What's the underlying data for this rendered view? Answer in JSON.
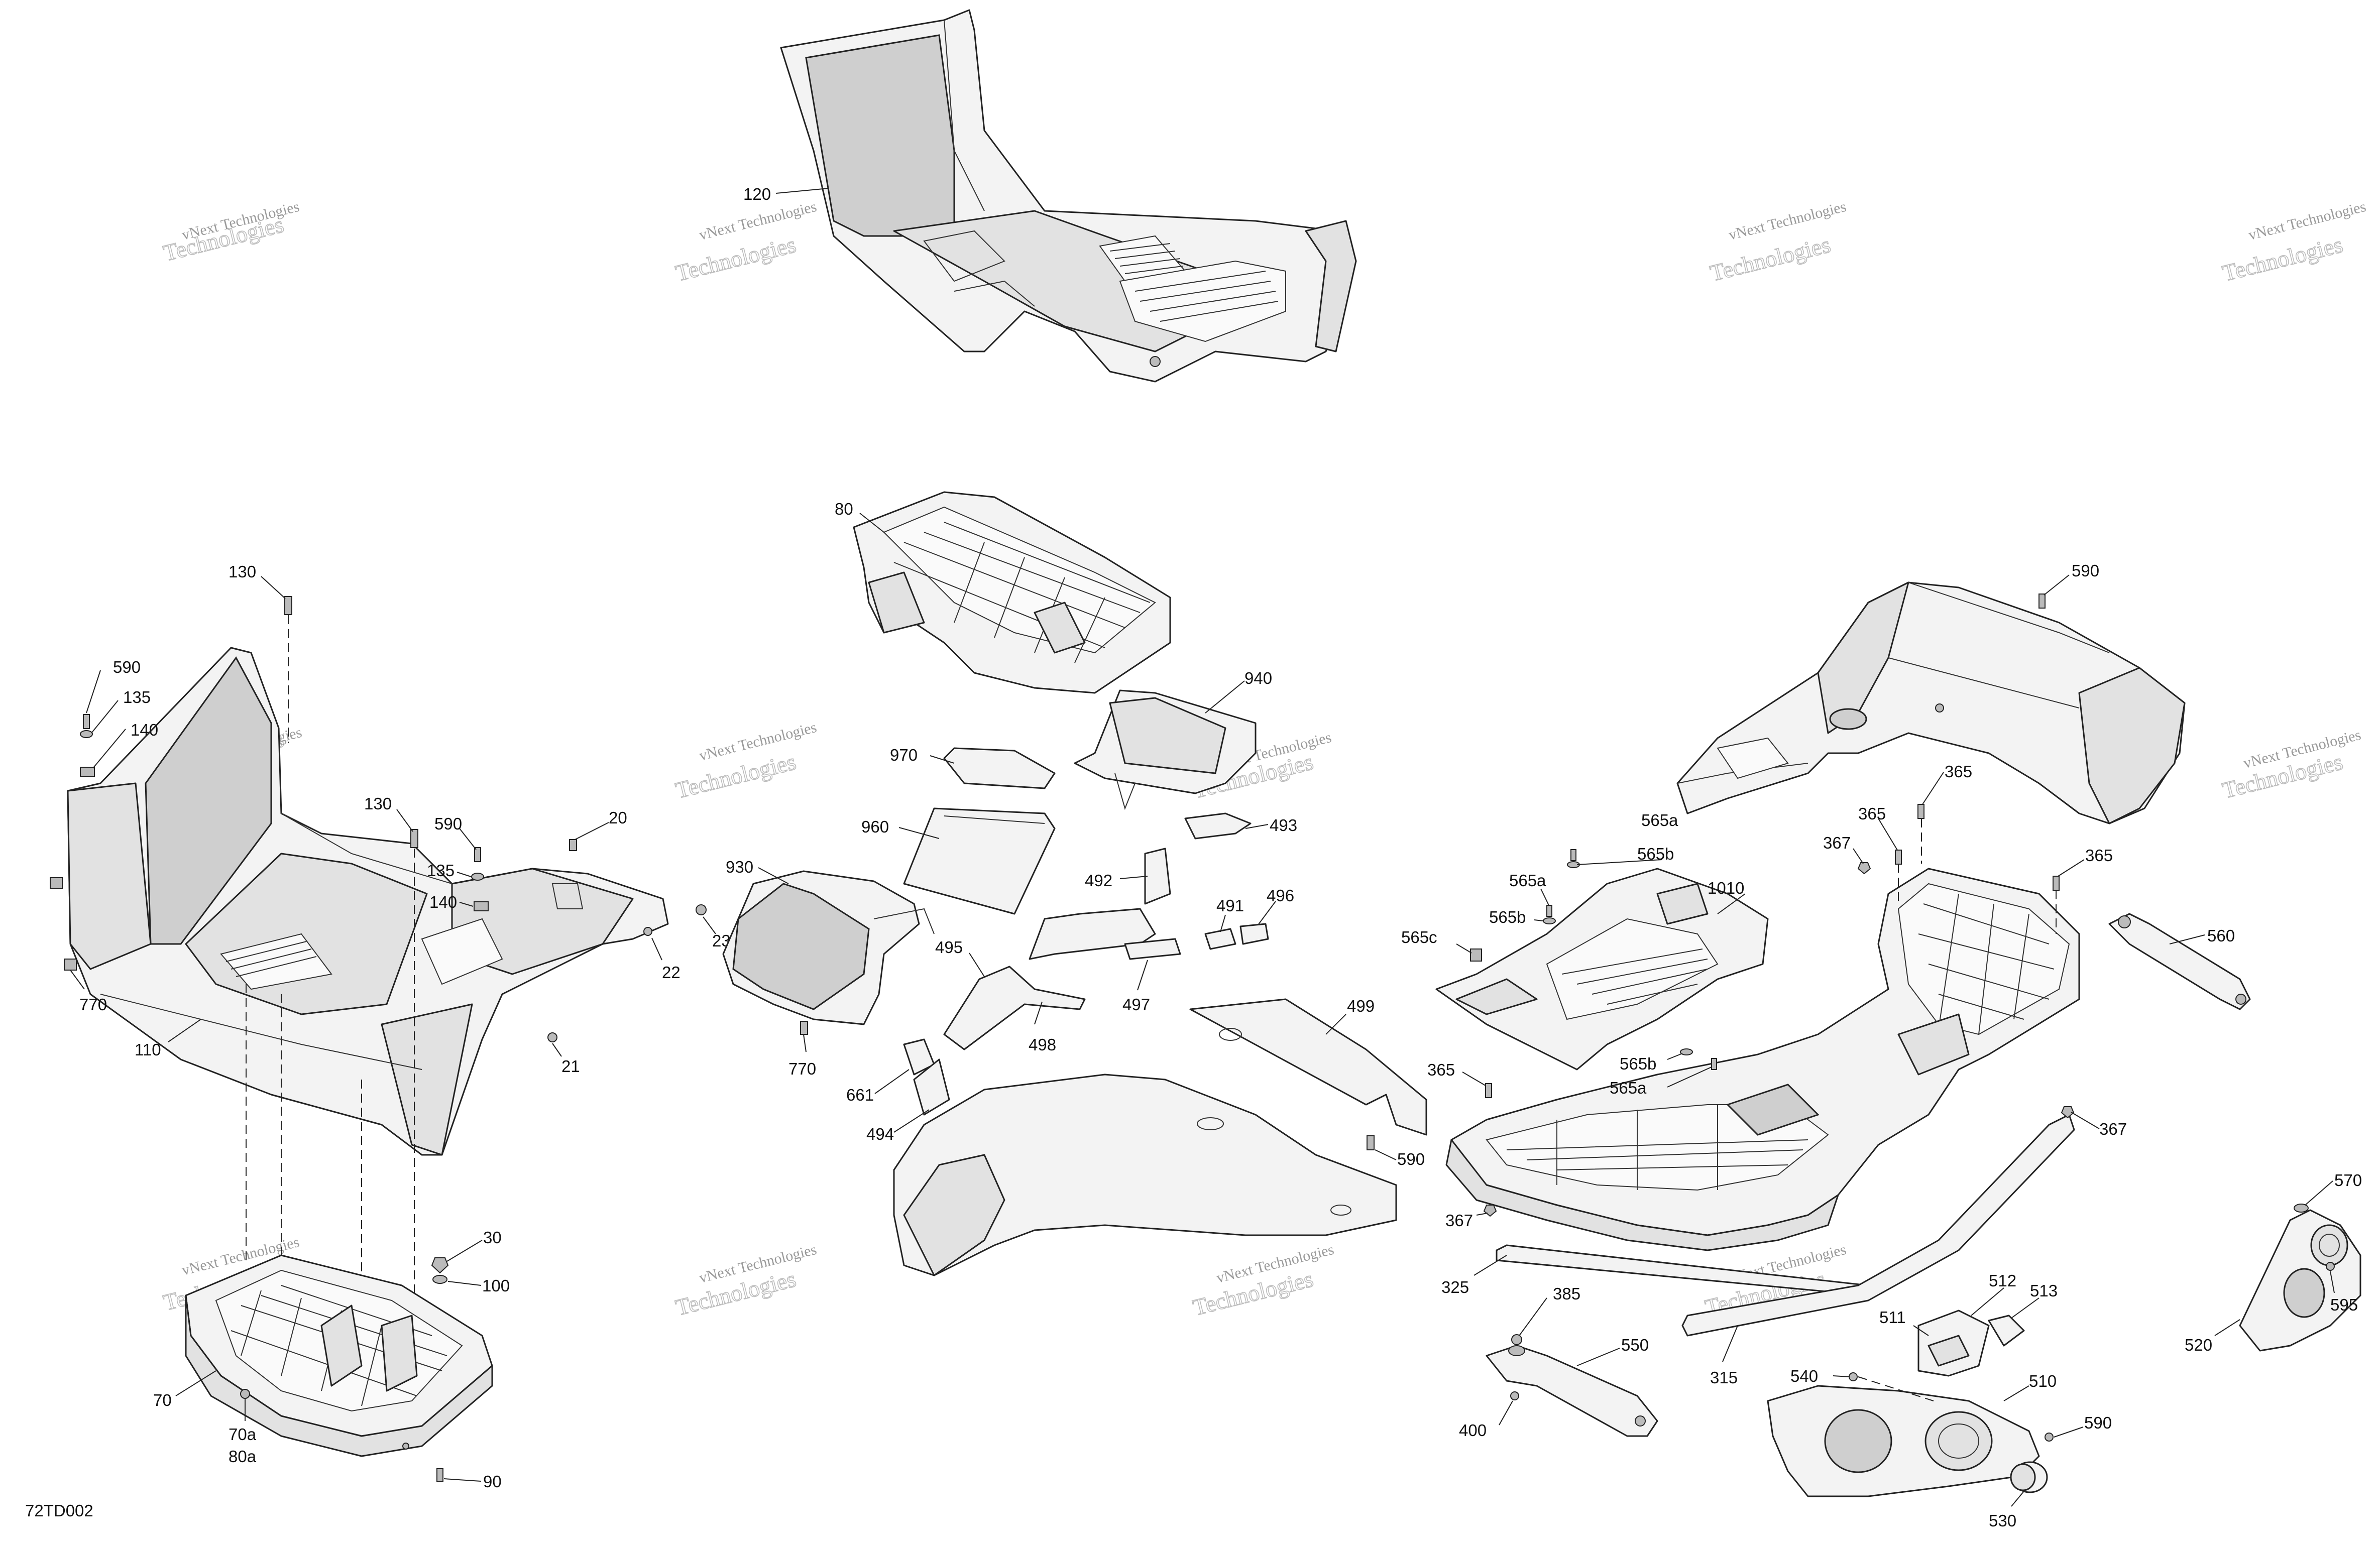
{
  "diagram_code": "72TD002",
  "watermark": {
    "line1": "vNext Technologies",
    "line2": "vNext",
    "line3": "Technologies"
  },
  "labels": {
    "l120": "120",
    "l80": "80",
    "l940": "940",
    "l970": "970",
    "l960": "960",
    "l930": "930",
    "l493": "493",
    "l492": "492",
    "l491": "491",
    "l496": "496",
    "l495": "495",
    "l497": "497",
    "l498": "498",
    "l499": "499",
    "l770b": "770",
    "l661": "661",
    "l494": "494",
    "l590d": "590",
    "l130a": "130",
    "l590a": "590",
    "l135a": "135",
    "l140a": "140",
    "l130b": "130",
    "l590b": "590",
    "l135b": "135",
    "l140b": "140",
    "l20": "20",
    "l23": "23",
    "l22": "22",
    "l21": "21",
    "l770a": "770",
    "l110": "110",
    "l30": "30",
    "l100": "100",
    "l70": "70",
    "l70a": "70a",
    "l80a": "80a",
    "l90": "90",
    "l590c": "590",
    "l365a": "365",
    "l365b": "365",
    "l365c": "365",
    "l367a": "367",
    "l565a1": "565a",
    "l565b1": "565b",
    "l565a2": "565a",
    "l565b2": "565b",
    "l565c": "565c",
    "l1010": "1010",
    "l560": "560",
    "l365d": "365",
    "l565b3": "565b",
    "l565a3": "565a",
    "l367b": "367",
    "l367c": "367",
    "l325": "325",
    "l385": "385",
    "l550": "550",
    "l400": "400",
    "l315": "315",
    "l512": "512",
    "l513": "513",
    "l511": "511",
    "l540": "540",
    "l510": "510",
    "l590e": "590",
    "l530": "530",
    "l570": "570",
    "l595": "595",
    "l520": "520"
  }
}
